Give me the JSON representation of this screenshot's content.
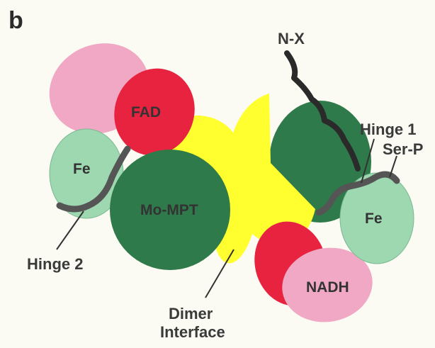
{
  "panel_label": "b",
  "domains": {
    "fad": "FAD",
    "fe_left": "Fe",
    "fe_right": "Fe",
    "mo_mpt": "Mo-MPT",
    "nadh": "NADH"
  },
  "callouts": {
    "n_x": "N-X",
    "hinge_1": "Hinge 1",
    "ser_p": "Ser-P",
    "hinge_2": "Hinge 2",
    "dimer_line1": "Dimer",
    "dimer_line2": "Interface"
  },
  "colors": {
    "pink": "#f0a8c4",
    "red": "#e8233f",
    "yellow": "#ffff30",
    "dark_green": "#2f7a4a",
    "light_green": "#9ed8b0",
    "hinge_gray": "#555555",
    "nx_chain": "#2a2a2a"
  }
}
